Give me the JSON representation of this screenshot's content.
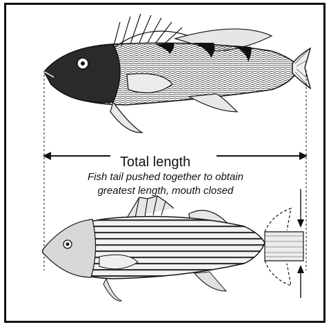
{
  "diagram": {
    "measure_label": "Total length",
    "caption_line1": "Fish tail pushed together to obtain",
    "caption_line2": "greatest length, mouth closed"
  }
}
